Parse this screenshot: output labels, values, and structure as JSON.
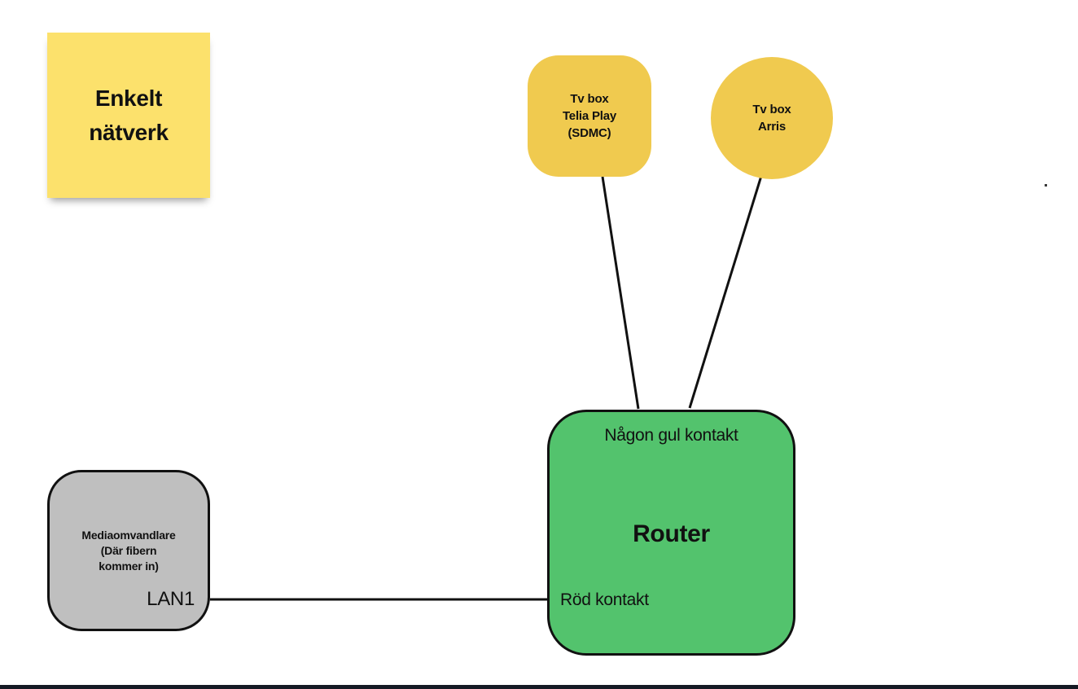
{
  "diagram": {
    "sticky_note": {
      "lines": [
        "Enkelt",
        "nätverk"
      ],
      "fill": "#FCE16C"
    },
    "tv_box_sdmc": {
      "shape": "rounded-square",
      "lines": [
        "Tv box",
        "Telia Play",
        "(SDMC)"
      ],
      "fill": "#F0CA4F"
    },
    "tv_box_arris": {
      "shape": "circle",
      "lines": [
        "Tv box",
        "Arris"
      ],
      "fill": "#F0CA4F"
    },
    "router": {
      "title": "Router",
      "top_port_label": "Någon gul kontakt",
      "left_port_label": "Röd kontakt",
      "fill": "#53C36D",
      "border_color": "#111111"
    },
    "media_converter": {
      "lines": [
        "Mediaomvandlare",
        "(Där fibern",
        "kommer in)"
      ],
      "port_label": "LAN1",
      "fill": "#BFBFBF",
      "border_color": "#111111"
    },
    "connections": [
      {
        "from": "tv-box-telia-play-sdmc",
        "to": "router-top (Någon gul kontakt)"
      },
      {
        "from": "tv-box-arris",
        "to": "router-top (Någon gul kontakt)"
      },
      {
        "from": "media-converter LAN1",
        "to": "router-left (Röd kontakt)"
      }
    ],
    "misc": {
      "stroke_color": "#111111",
      "bottom_bar_color": "#151A24",
      "background_color": "#FFFFFF"
    }
  }
}
